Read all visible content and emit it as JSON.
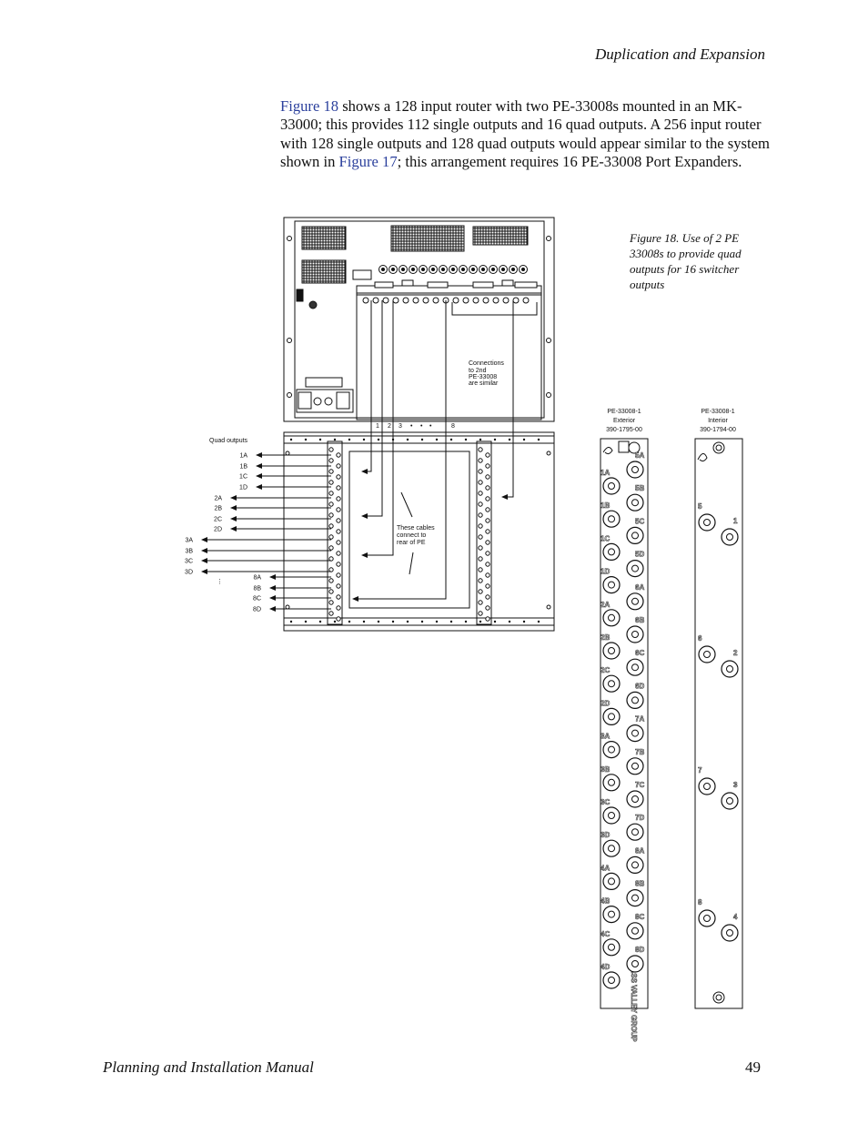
{
  "header": {
    "title": "Duplication and Expansion"
  },
  "body": {
    "ref1": "Figure 18",
    "p1": " shows a 128 input router with two PE-33008s mounted in an MK-33000; this provides 112 single outputs and 16 quad outputs. A 256 input router with 128 single outputs and 128 quad outputs would appear similar to the system shown in ",
    "ref2": "Figure 17",
    "p2": "; this arrangement requires 16 PE-33008 Port Expanders."
  },
  "caption": "Figure 18.  Use of 2 PE 33008s to provide quad outputs for 16 switcher outputs",
  "figure": {
    "connections_note": [
      "Connections",
      "to 2nd",
      "PE-33008",
      "are similar"
    ],
    "cable_numbers": [
      "1",
      "2",
      "3",
      "•",
      "•",
      "•",
      "8"
    ],
    "cables_note": [
      "These cables",
      "connect to",
      "rear of PE"
    ],
    "quad_outputs_label": "Quad outputs",
    "group1": [
      "1A",
      "1B",
      "1C",
      "1D"
    ],
    "group2": [
      "2A",
      "2B",
      "2C",
      "2D"
    ],
    "group3": [
      "3A",
      "3B",
      "3C",
      "3D"
    ],
    "group8": [
      "8A",
      "8B",
      "8C",
      "8D"
    ],
    "ellipsis": "⋮",
    "exterior_panel": {
      "title": "PE-33008-1",
      "subtitle": "Exterior",
      "part": "390-1795-00",
      "left_labels": [
        "1A",
        "1B",
        "1C",
        "1D",
        "2A",
        "2B",
        "2C",
        "2D",
        "3A",
        "3B",
        "3C",
        "3D",
        "4A",
        "4B",
        "4C",
        "4D"
      ],
      "right_labels": [
        "5A",
        "5B",
        "5C",
        "5D",
        "6A",
        "6B",
        "6C",
        "6D",
        "7A",
        "7B",
        "7C",
        "7D",
        "8A",
        "8B",
        "8C",
        "8D"
      ],
      "vendor_text": "GRASS VALLEY GROUP"
    },
    "interior_panel": {
      "title": "PE-33008-1",
      "subtitle": "Interior",
      "part": "390-1794-00",
      "left_labels": [
        "5",
        "6",
        "7",
        "8"
      ],
      "right_labels": [
        "1",
        "2",
        "3",
        "4"
      ]
    }
  },
  "footer": {
    "left": "Planning and Installation Manual",
    "page": "49"
  }
}
